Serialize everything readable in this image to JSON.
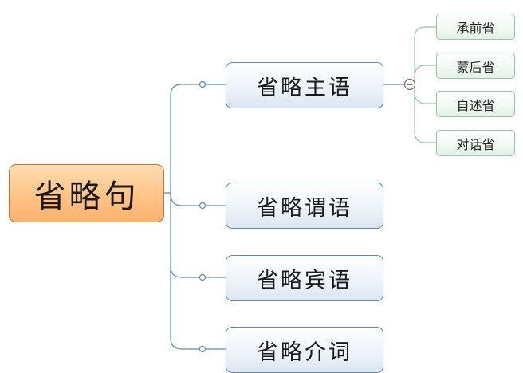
{
  "diagram": {
    "root": {
      "label": "省略句"
    },
    "branches": [
      {
        "label": "省略主语",
        "children": [
          "承前省",
          "蒙后省",
          "自述省",
          "对话省"
        ]
      },
      {
        "label": "省略谓语"
      },
      {
        "label": "省略宾语"
      },
      {
        "label": "省略介词"
      }
    ]
  },
  "colors": {
    "branch_line": "#5f88b2",
    "leaf_line": "#96c4a4",
    "root_fill": "#ffc487"
  },
  "icons": {
    "collapse": "minus-circle-icon",
    "connector": "connector-dot-icon"
  }
}
